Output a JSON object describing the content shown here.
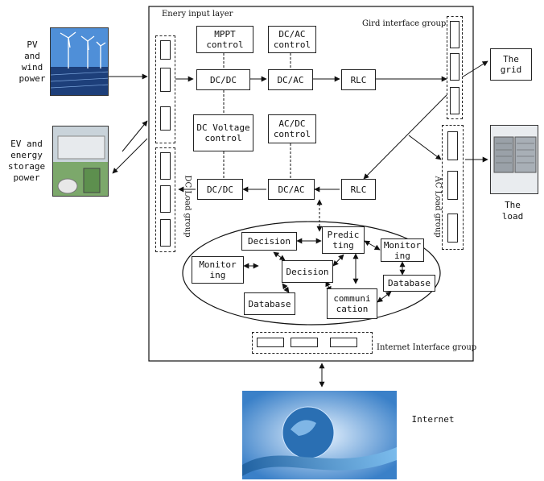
{
  "sources": {
    "pv_label": "PV\nand\nwind\npower",
    "ev_label": "EV and\nenergy\nstorage\npower",
    "grid_label": "The\ngrid",
    "load_label": "The\nload",
    "internet_label": "Internet"
  },
  "groups": {
    "energy_input_layer": "Enery input layer",
    "grid_interface_group": "Gird interface group",
    "dc_load_group": "DC Load group",
    "ac_load_group": "AC Load group",
    "internet_interface_group": "Internet Interface group"
  },
  "blocks": {
    "mppt_control": "MPPT\ncontrol",
    "dcac_control": "DC/AC\ncontrol",
    "dcdc_top": "DC/DC",
    "dcac_top": "DC/AC",
    "rlc_top": "RLC",
    "dc_voltage_control": "DC Voltage\ncontrol",
    "acdc_control": "AC/DC\ncontrol",
    "dcdc_bottom": "DC/DC",
    "acdc_bottom": "DC/AC",
    "rlc_bottom": "RLC"
  },
  "cloud": {
    "decision_top": "Decision",
    "predicting": "Predic\nting",
    "monitoring_right": "Monitor\ning",
    "monitoring_left": "Monitor\ning",
    "decision_center": "Decision",
    "database_right": "Database",
    "database_left": "Database",
    "communication": "communi\ncation"
  },
  "colors": {
    "line": "#111111",
    "sky": "#3a78c8",
    "solar": "#1d3f7a",
    "grass": "#4a8a3a",
    "globe": "#2a6fb3"
  }
}
